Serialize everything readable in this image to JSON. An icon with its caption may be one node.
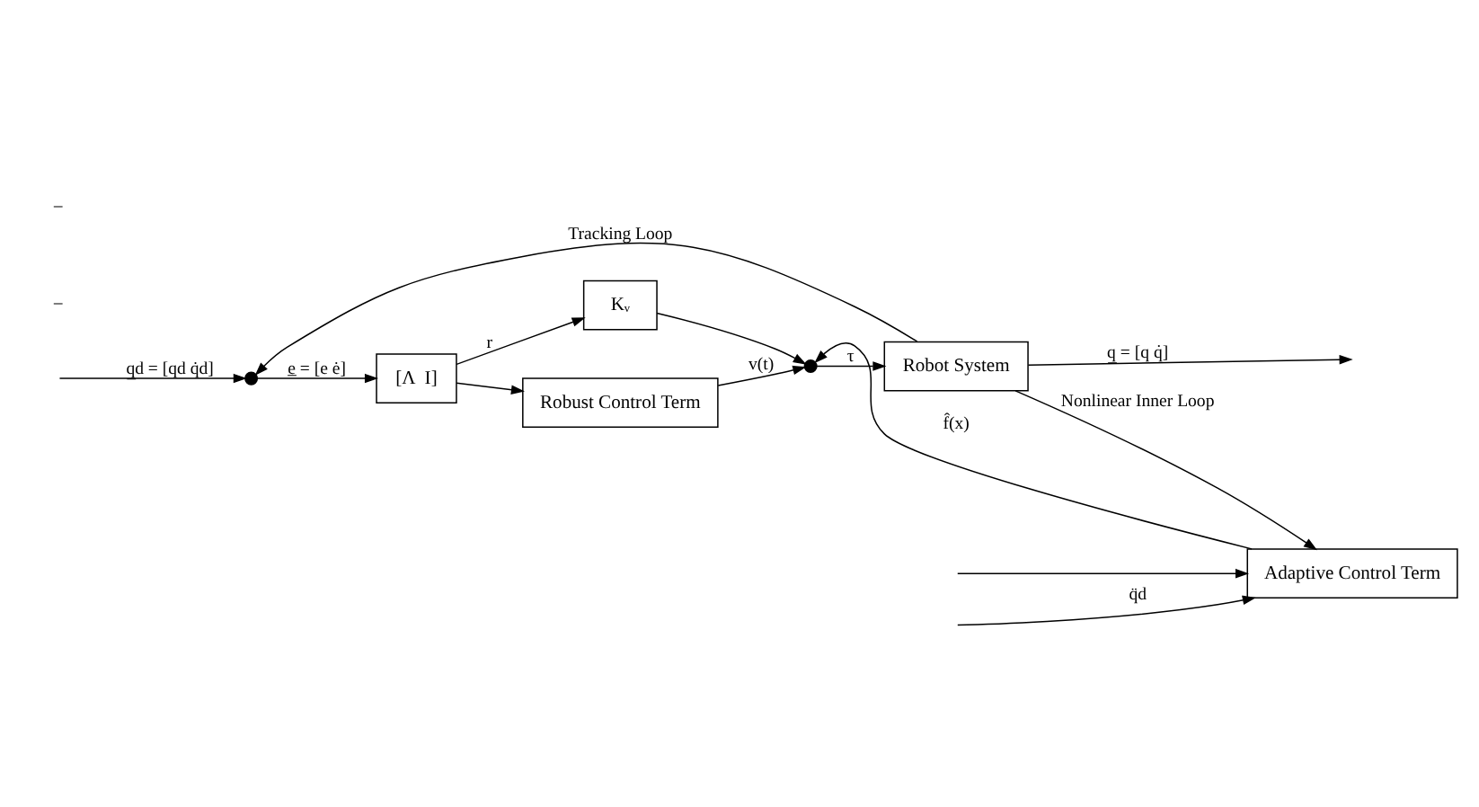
{
  "diagram": {
    "nodes": [
      {
        "text": [
          "[Λ  I]"
        ]
      },
      {
        "text": [
          "Kᵥ"
        ]
      },
      {
        "text": [
          "Adaptive Control Term"
        ]
      },
      {
        "text": [
          "Robust Control Term"
        ]
      },
      {
        "text": [
          "Robot System"
        ]
      },
      {
        "text": [],
        "shape": "circle"
      },
      {
        "text": [],
        "shape": "circle"
      }
    ],
    "edges": [
      {
        "from": null,
        "to": 5,
        "arrow": "to",
        "label": "q̲d = [qd q̇d]"
      },
      {
        "from": null,
        "to": 2,
        "arrow": "to"
      },
      {
        "from": null,
        "to": 2,
        "arrow": "to",
        "label": "q̈d"
      },
      {
        "from": 5,
        "to": 0,
        "arrow": "to",
        "label": "e̲ = [e ė]"
      },
      {
        "from": 0,
        "to": 1,
        "arrow": "to",
        "label": "r"
      },
      {
        "from": 0,
        "to": 3,
        "arrow": "to"
      },
      {
        "from": 1,
        "to": 6,
        "arrow": "to"
      },
      {
        "from": 2,
        "to": 6,
        "arrow": "to",
        "label": "f̂(x)"
      },
      {
        "from": 3,
        "to": 6,
        "arrow": "to",
        "label": "v(t)"
      },
      {
        "from": 6,
        "to": 4,
        "arrow": "to",
        "label": "τ"
      },
      {
        "from": 4,
        "to": null,
        "arrow": "to",
        "label": "q̲ = [q q̇]"
      },
      {
        "from": 4,
        "to": 2,
        "arrow": "to",
        "label": "Nonlinear Inner Loop"
      },
      {
        "from": 4,
        "to": 5,
        "arrow": "to",
        "label": "Tracking Loop"
      }
    ],
    "labels": [
      "−",
      "−"
    ]
  }
}
